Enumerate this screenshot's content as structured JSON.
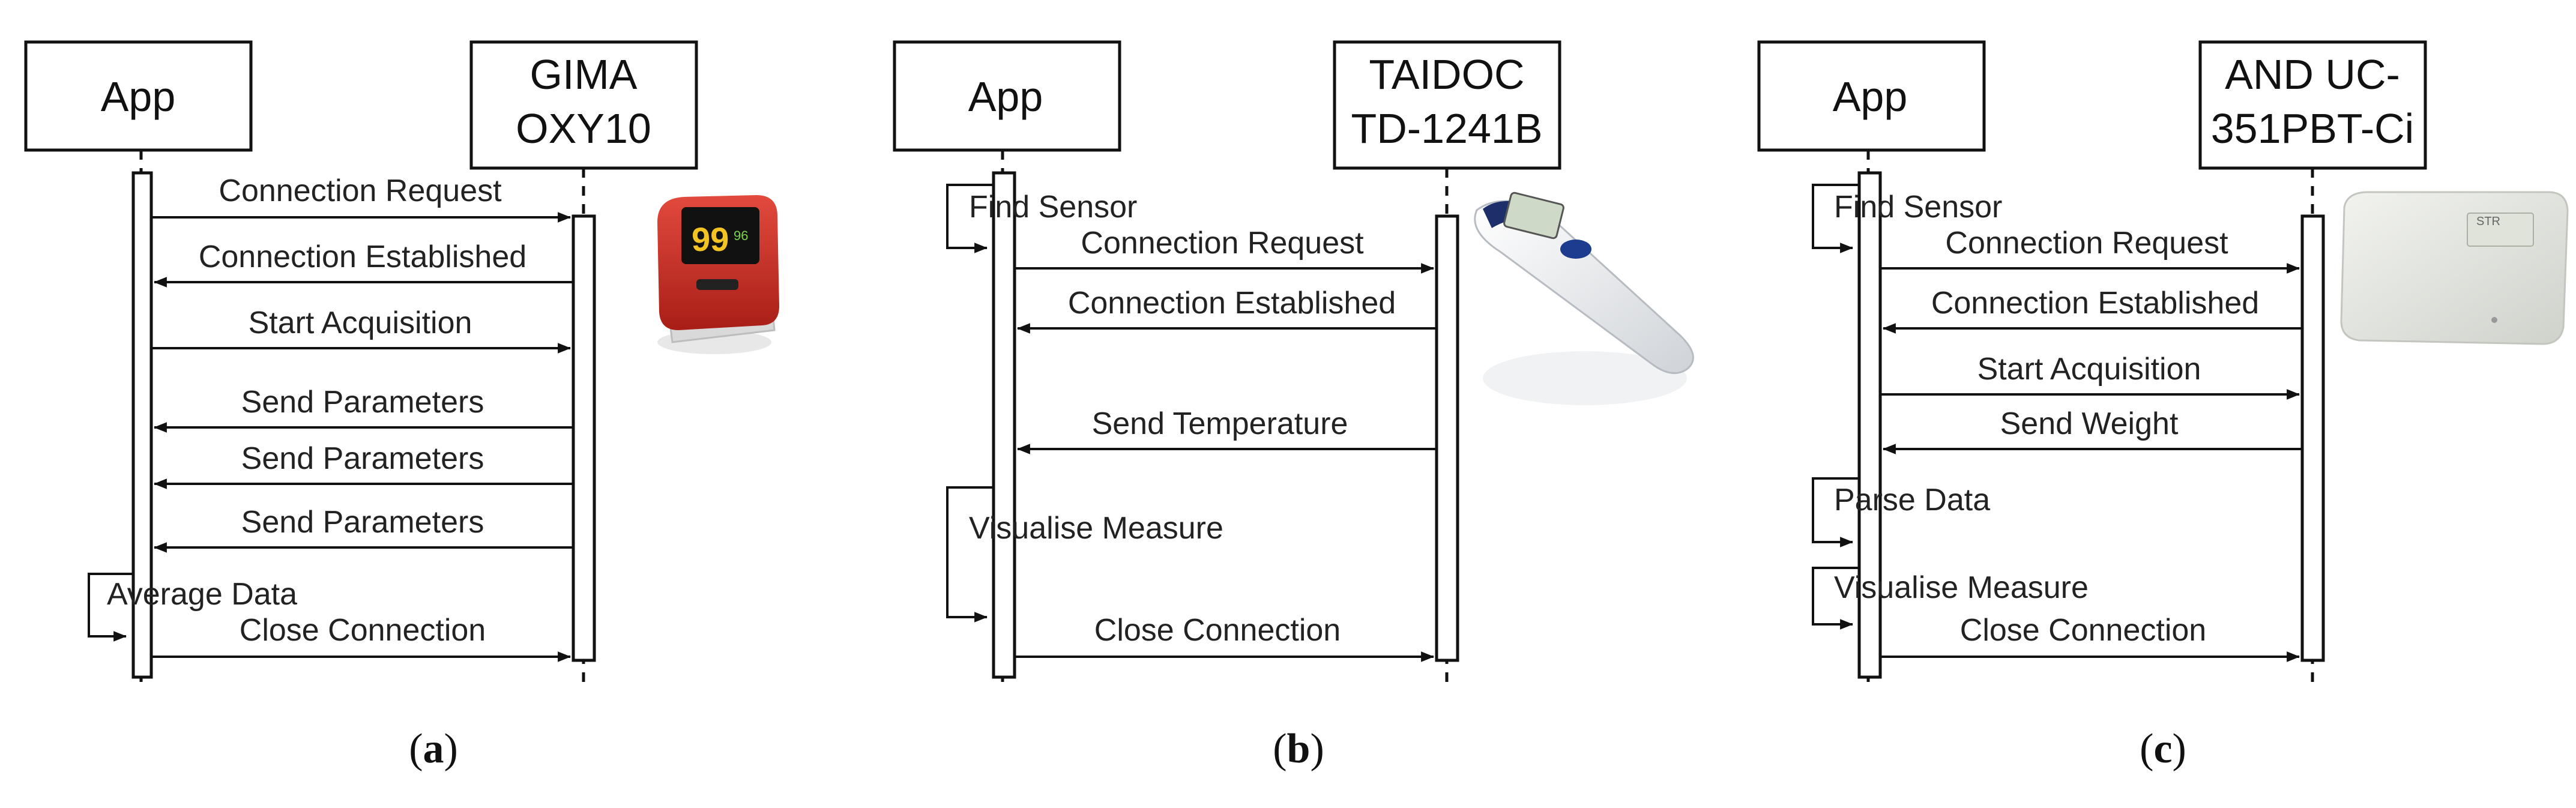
{
  "panels": [
    {
      "id": "a",
      "caption_letter": "a",
      "app_label": "App",
      "device_label_line1": "GIMA",
      "device_label_line2": "OXY10",
      "device_icon": "pulse-oximeter-icon",
      "messages": [
        {
          "label": "Connection Request",
          "direction": "right"
        },
        {
          "label": "Connection Established",
          "direction": "left"
        },
        {
          "label": "Start Acquisition",
          "direction": "right"
        },
        {
          "label": "Send Parameters",
          "direction": "left"
        },
        {
          "label": "Send Parameters",
          "direction": "left"
        },
        {
          "label": "Send Parameters",
          "direction": "left"
        },
        {
          "label": "Close Connection",
          "direction": "right"
        }
      ],
      "self_calls": [
        {
          "label": "Average Data"
        }
      ]
    },
    {
      "id": "b",
      "caption_letter": "b",
      "app_label": "App",
      "device_label_line1": "TAIDOC",
      "device_label_line2": "TD-1241B",
      "device_icon": "thermometer-icon",
      "messages": [
        {
          "label": "Connection Request",
          "direction": "right"
        },
        {
          "label": "Connection Established",
          "direction": "left"
        },
        {
          "label": "Send Temperature",
          "direction": "left"
        },
        {
          "label": "Close Connection",
          "direction": "right"
        }
      ],
      "self_calls": [
        {
          "label": "Find Sensor"
        },
        {
          "label": "Visualise Measure"
        }
      ]
    },
    {
      "id": "c",
      "caption_letter": "c",
      "app_label": "App",
      "device_label_line1": "AND UC-",
      "device_label_line2": "351PBT-Ci",
      "device_icon": "weight-scale-icon",
      "messages": [
        {
          "label": "Connection Request",
          "direction": "right"
        },
        {
          "label": "Connection Established",
          "direction": "left"
        },
        {
          "label": "Start Acquisition",
          "direction": "right"
        },
        {
          "label": "Send Weight",
          "direction": "left"
        },
        {
          "label": "Close Connection",
          "direction": "right"
        }
      ],
      "self_calls": [
        {
          "label": "Find Sensor"
        },
        {
          "label": "Parse Data"
        },
        {
          "label": "Visualise Measure"
        }
      ]
    }
  ]
}
